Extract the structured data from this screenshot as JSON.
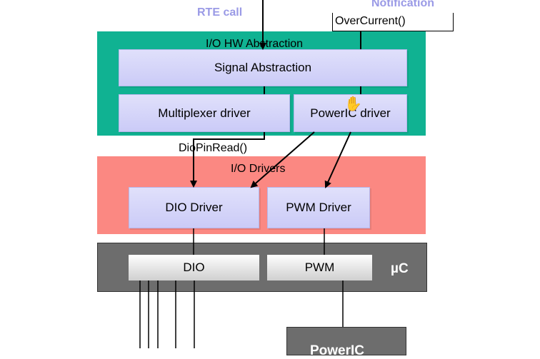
{
  "labels": {
    "rte_call": "RTE call",
    "notification": "Notification",
    "overcurrent": "OverCurrent()",
    "dio_pin_read": "DioPinRead()"
  },
  "layers": {
    "io_hw_abstraction": "I/O HW Abstraction",
    "io_drivers": "I/O Drivers",
    "uc": "µC"
  },
  "modules": {
    "signal_abstraction": "Signal Abstraction",
    "multiplexer_driver": "Multiplexer driver",
    "power_ic_driver": "PowerIC driver",
    "dio_driver": "DIO Driver",
    "pwm_driver": "PWM Driver",
    "dio": "DIO",
    "pwm": "PWM",
    "power_ic": "PowerIC"
  },
  "colors": {
    "hw_abstraction_layer": "#10b292",
    "io_drivers_layer": "#fb8882",
    "uc_layer": "#6d6d6d",
    "module_fill": "#d4d4f8",
    "label_accent": "#9a9ae6"
  }
}
